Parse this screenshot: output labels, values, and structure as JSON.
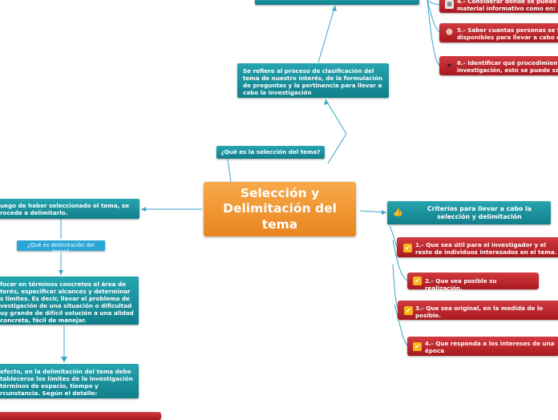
{
  "central": {
    "title": "Selección y Delimitación del tema"
  },
  "top_right_labels": {
    "item4": "4.- Considerar donde se puede material informativo como en:",
    "item5": "5.- Saber cuantas personas se t disponibles para llevar a cabo el",
    "item6": "6.- Identificar qué procedimient investigación, esto se puede sab"
  },
  "seleccion": {
    "question": "¿Qué es la selección del tema?",
    "definition": "Se refiere al proceso de clasificación del tema de nuestro interés, de la formulación de preguntas y la pertinencia para llevar a cabo la investigación"
  },
  "delimitacion": {
    "intro": "uego de haber seleccionado el tema, se rocede a delimitarlo.",
    "question": "¿Qué es delimitación del tema?",
    "definition": "focar en términos concretos el área de terés, especificar alcances y determinar s límites. Es decir, llevar el problema de vestigación de una situación o dificultad uy grande de difícil solución a una alidad concreta, fácil de manejar.",
    "effect": "efecto, en la delimitación del tema debe tablecerse los límites de la investigación términos de espacio, tiempo y rcunstancia. Según el detalle:"
  },
  "criterios": {
    "title": "Criterios para llevar a cabo la selección y delimitación",
    "items": [
      "1.- Que sea útil para el investigador y el resto de individuos interesados en el tema.",
      "2.- Que sea posible su realización.",
      "3.- Que sea original, en la medida de lo posible.",
      "4.- Que responda a los intereses de una época"
    ]
  },
  "icons": {
    "criteria_items": "check-icon",
    "criterios_title": "thumbs-up-icon",
    "item4": "building-icon",
    "item5": "person-icon",
    "item6": "flag-icon"
  },
  "colors": {
    "central": "#f5a040",
    "teal": "#1a95a0",
    "red": "#bf2a30",
    "connector": "#3aa6c8"
  }
}
